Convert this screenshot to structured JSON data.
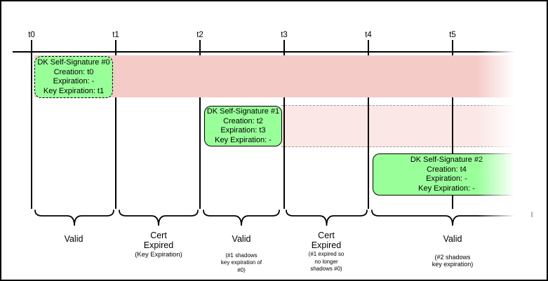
{
  "timeline": {
    "ticks": [
      "t0",
      "t1",
      "t2",
      "t3",
      "t4",
      "t5"
    ]
  },
  "signatures": [
    {
      "title": "DK Self-Signature #0",
      "creation": "Creation: t0",
      "expiration": "Expiration: -",
      "key_expiration": "Key Expiration: t1"
    },
    {
      "title": "DK Self-Signature #1",
      "creation": "Creation: t2",
      "expiration": "Expiration: t3",
      "key_expiration": "Key Expiration: -"
    },
    {
      "title": "DK Self-Signature #2",
      "creation": "Creation: t4",
      "expiration": "Expiration: -",
      "key_expiration": "Key Expiration: -"
    }
  ],
  "periods": [
    {
      "label": "Valid",
      "caption": ""
    },
    {
      "label": "Cert\nExpired",
      "caption": "(Key Expiration)"
    },
    {
      "label": "Valid",
      "caption": "(#1 shadows\nkey expiration of\n#0)"
    },
    {
      "label": "Cert\nExpired",
      "caption": "(#1 expired so\nno longer\nshadows #0)"
    },
    {
      "label": "Valid",
      "caption": "(#2 shadows\nkey expiration)"
    }
  ],
  "colors": {
    "signature_fill": "#99ff99",
    "expired_band_strong": "#f5cbc8",
    "expired_band_light": "#fbe7e5",
    "line": "#000000",
    "dashed_band_border": "#999999"
  }
}
